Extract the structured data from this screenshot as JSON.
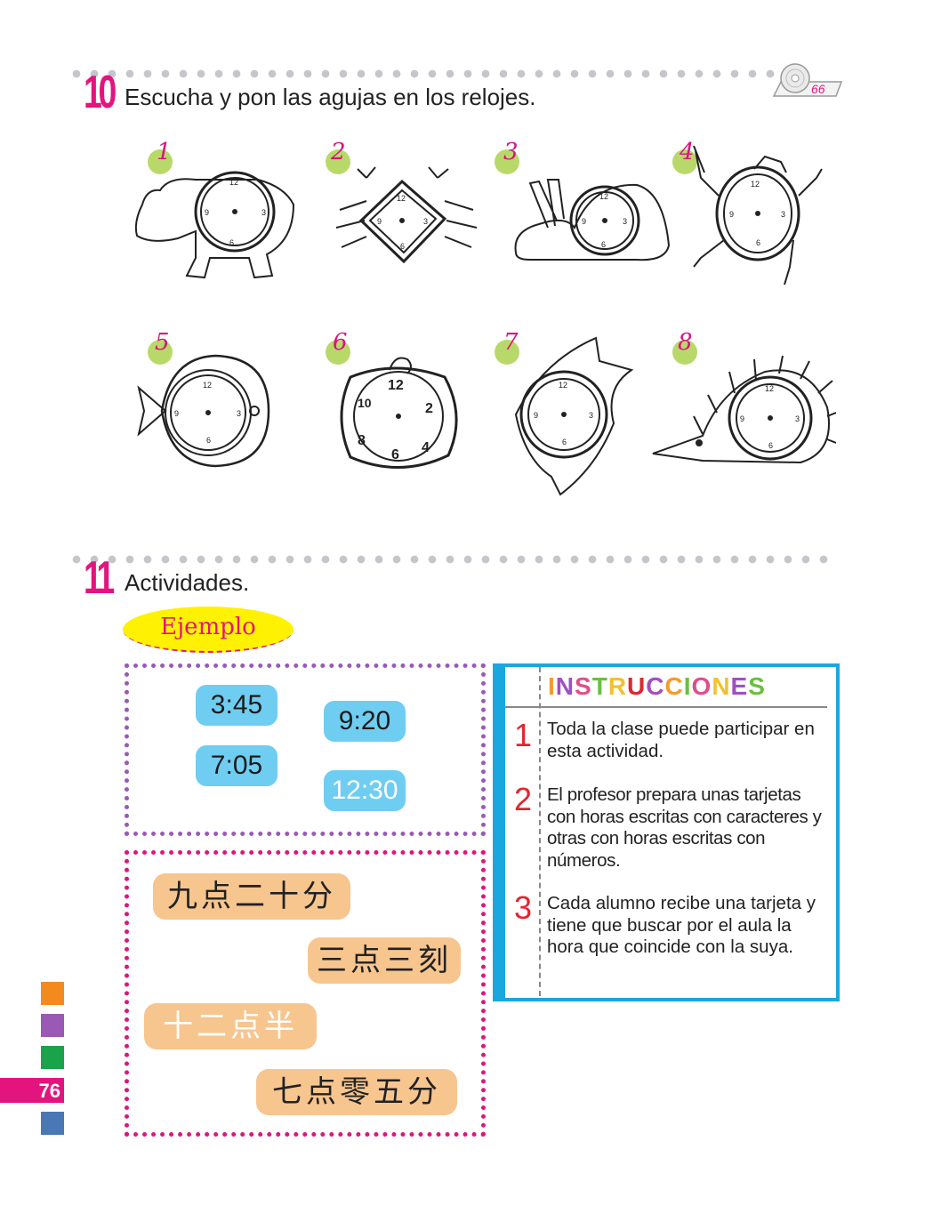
{
  "exercise10": {
    "number": "10",
    "title": "Escucha y pon las agujas en los relojes.",
    "audio_track": "66",
    "items": [
      {
        "label": "1",
        "animal": "hippo"
      },
      {
        "label": "2",
        "animal": "crab"
      },
      {
        "label": "3",
        "animal": "rabbit"
      },
      {
        "label": "4",
        "animal": "frog"
      },
      {
        "label": "5",
        "animal": "fish"
      },
      {
        "label": "6",
        "animal": "turtle"
      },
      {
        "label": "7",
        "animal": "angelfish"
      },
      {
        "label": "8",
        "animal": "hedgehog"
      }
    ]
  },
  "exercise11": {
    "number": "11",
    "title": "Actividades.",
    "example_label": "Ejemplo",
    "digital_times": [
      "3:45",
      "9:20",
      "7:05",
      "12:30"
    ],
    "chinese_times": [
      "九点二十分",
      "三点三刻",
      "十二点半",
      "七点零五分"
    ],
    "instructions": {
      "heading": "INSTRUCCIONES",
      "heading_colors": [
        "#f39c2a",
        "#a04fc4",
        "#e04e8a",
        "#6abf3f",
        "#f2c12e",
        "#e0262f",
        "#a04fc4",
        "#f39c2a",
        "#6abf3f",
        "#e04e8a",
        "#f2c12e",
        "#a04fc4",
        "#6abf3f"
      ],
      "steps": [
        {
          "num": "1",
          "text": "Toda la clase puede participar en esta actividad."
        },
        {
          "num": "2",
          "text": "El profesor prepara unas tarjetas con horas escritas con caracteres y otras con horas escritas con números."
        },
        {
          "num": "3",
          "text": "Cada alumno recibe una tarjeta y tiene que buscar por el aula la hora que coincide con la suya."
        }
      ]
    }
  },
  "page_number": "76",
  "colors": {
    "magenta": "#e4147f",
    "dotted_purple": "#9b59b6",
    "dotted_pink": "#e0147c",
    "pill_blue": "#6fcdf2",
    "pill_orange": "#f7c58e",
    "instr_border": "#1aa7e0",
    "side_squares": [
      "#f28a1e",
      "#9b59b6",
      "#1aa34a",
      "#4a78b5"
    ]
  }
}
